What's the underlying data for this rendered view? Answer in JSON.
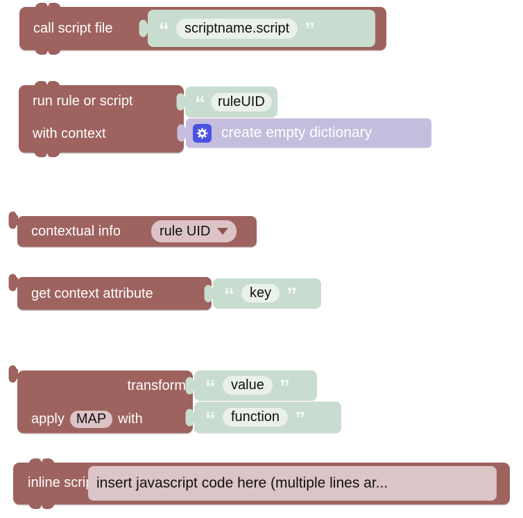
{
  "colors": {
    "block_maroon": "#9e625f",
    "string_block_mint": "#c8dccf",
    "string_field_bg": "#e9f1ea",
    "dictionary_block_lavender": "#c5bddd",
    "gear_badge_blue": "#4a53e1",
    "pink_field_bg": "#dcc3c5",
    "dropdown_caret": "#8d5451",
    "label_text": "#ffffff",
    "field_text": "#101010"
  },
  "quotes": {
    "open": "“",
    "close": "”"
  },
  "icons": {
    "gear": "gear-icon",
    "dropdown_caret": "chevron-down-icon"
  },
  "blocks": {
    "call_script_file": {
      "label": "call script file",
      "script_name": "scriptname.script"
    },
    "run_rule_or_script": {
      "label_run": "run rule or script",
      "label_context": "with context",
      "rule_uid": "ruleUID",
      "dictionary_label": "create empty dictionary"
    },
    "contextual_info": {
      "label": "contextual info",
      "dropdown_value": "rule UID"
    },
    "get_context_attribute": {
      "label": "get context attribute",
      "key": "key"
    },
    "transform": {
      "label_transform": "transform",
      "value": "value",
      "label_apply": "apply",
      "map": "MAP",
      "label_with": "with",
      "function": "function"
    },
    "inline_script": {
      "label": "inline script",
      "code": "insert javascript code here (multiple lines ar..."
    }
  }
}
